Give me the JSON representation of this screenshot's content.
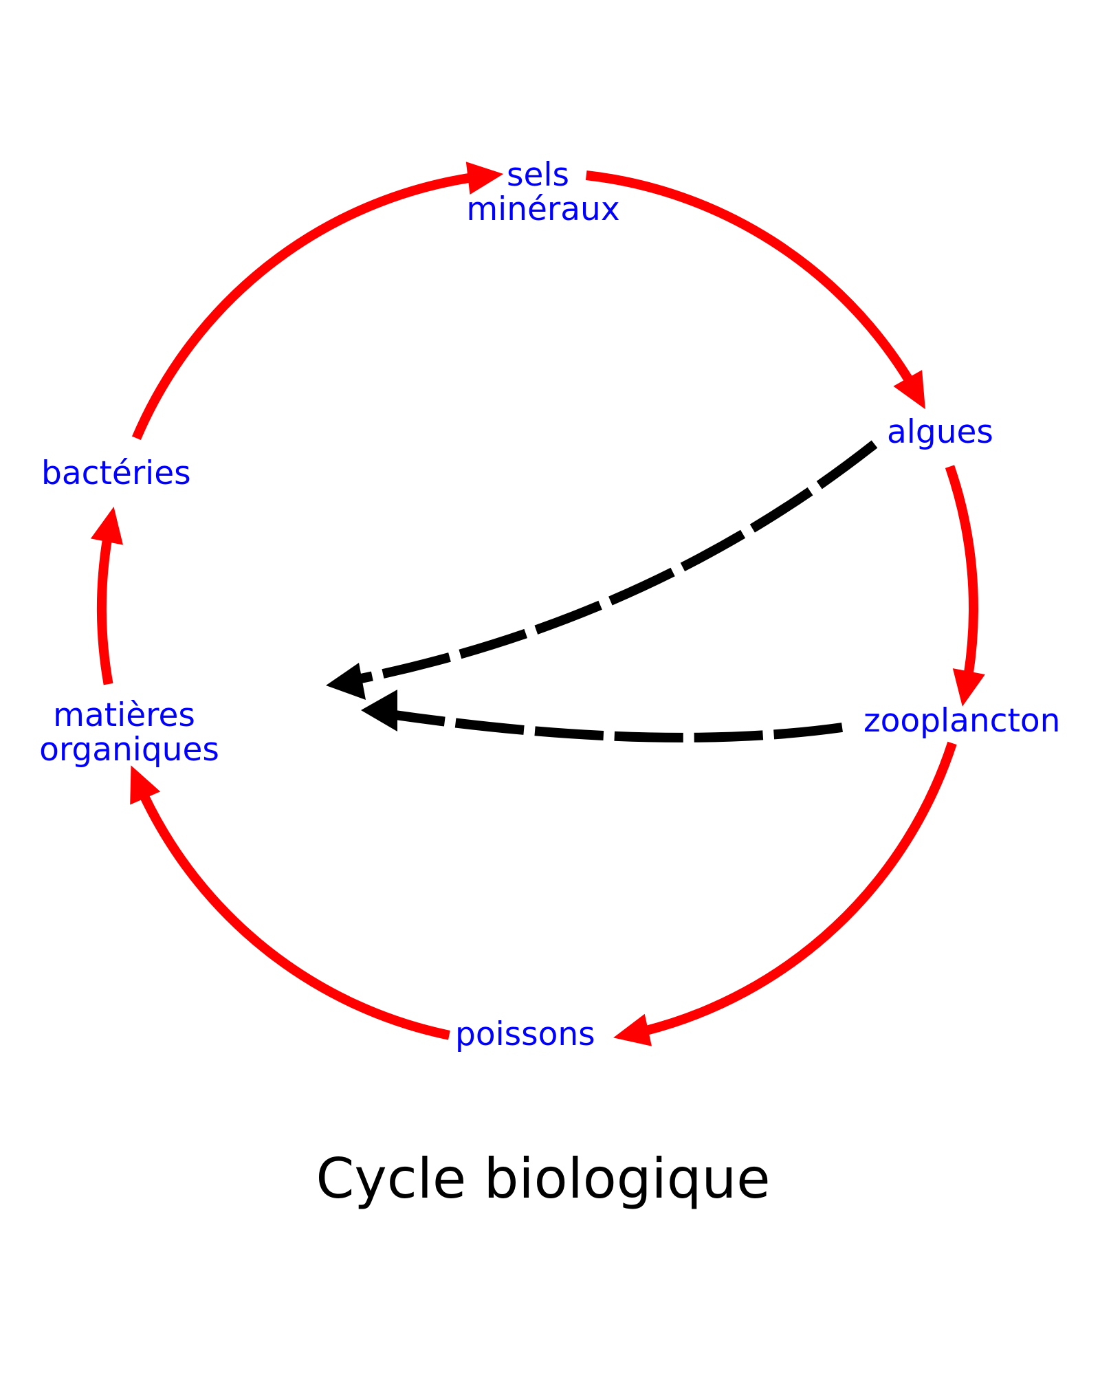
{
  "title": "Cycle biologique",
  "colors": {
    "cycle_arrow": "#ff0000",
    "food_arrow": "#000000",
    "label": "#0000ff",
    "title": "#000000",
    "background": "#ffffff"
  },
  "nodes": [
    {
      "id": "sels_mineraux",
      "lines": [
        "sels",
        "minéraux"
      ]
    },
    {
      "id": "algues",
      "lines": [
        "algues"
      ]
    },
    {
      "id": "zooplancton",
      "lines": [
        "zooplancton"
      ]
    },
    {
      "id": "poissons",
      "lines": [
        "poissons"
      ]
    },
    {
      "id": "matieres_organiques",
      "lines": [
        "matières",
        "organiques"
      ]
    },
    {
      "id": "bacteries",
      "lines": [
        "bactéries"
      ]
    }
  ],
  "cycle_edges": [
    {
      "from": "bacteries",
      "to": "sels_mineraux",
      "style": "solid"
    },
    {
      "from": "sels_mineraux",
      "to": "algues",
      "style": "solid"
    },
    {
      "from": "algues",
      "to": "zooplancton",
      "style": "solid"
    },
    {
      "from": "zooplancton",
      "to": "poissons",
      "style": "solid"
    },
    {
      "from": "poissons",
      "to": "matieres_organiques",
      "style": "solid"
    },
    {
      "from": "matieres_organiques",
      "to": "bacteries",
      "style": "solid"
    }
  ],
  "extra_edges": [
    {
      "from": "algues",
      "to": "matieres_organiques",
      "style": "dashed"
    },
    {
      "from": "zooplancton",
      "to": "matieres_organiques",
      "style": "dashed"
    }
  ]
}
